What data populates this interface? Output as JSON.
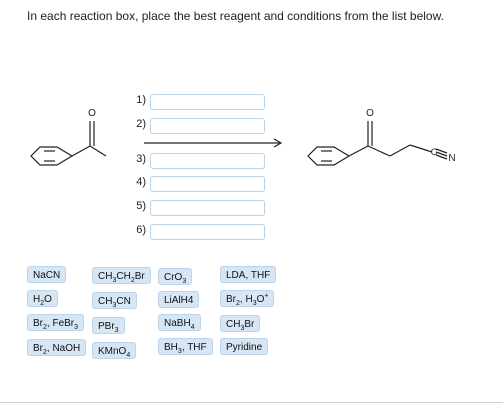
{
  "prompt": "In each reaction box, place the best reagent and conditions from the list below.",
  "steps": [
    {
      "num": "1)"
    },
    {
      "num": "2)"
    },
    {
      "num": "3)"
    },
    {
      "num": "4)"
    },
    {
      "num": "5)"
    },
    {
      "num": "6)"
    }
  ],
  "reactant": {
    "atom_o": "O"
  },
  "product": {
    "atom_o": "O",
    "atom_c": "C",
    "atom_n": "N"
  },
  "reagents": {
    "nacn": "NaCN",
    "ch3ch2br": [
      "CH",
      "3",
      "CH",
      "2",
      "Br"
    ],
    "cro3": [
      "CrO",
      "3"
    ],
    "lda_thf": "LDA, THF",
    "h2o": [
      "H",
      "2",
      "O"
    ],
    "ch3cn": [
      "CH",
      "3",
      "CN"
    ],
    "lialh4": "LiAlH4",
    "br2_h3o": [
      "Br",
      "2",
      ", H",
      "3",
      "O",
      "+"
    ],
    "br2_febr3": [
      "Br",
      "2",
      ", FeBr",
      "3"
    ],
    "pbr3": [
      "PBr",
      "3"
    ],
    "nabh4": [
      "NaBH",
      "4"
    ],
    "ch3br": [
      "CH",
      "3",
      "Br"
    ],
    "br2_naoh": [
      "Br",
      "2",
      ", NaOH"
    ],
    "kmno4": [
      "KMnO",
      "4"
    ],
    "bh3_thf": [
      "BH",
      "3",
      ", THF"
    ],
    "pyridine": "Pyridine"
  }
}
